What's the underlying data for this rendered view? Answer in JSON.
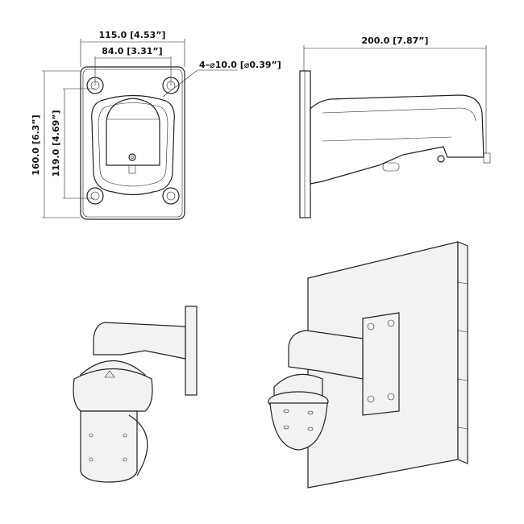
{
  "dimensions": {
    "width_outer": "115.0 [4.53”]",
    "width_holes": "84.0 [3.31”]",
    "holes": "4–⌀10.0 [⌀0.39”]",
    "height_outer": "160.0 [6.3”]",
    "height_holes": "119.0 [4.69”]",
    "depth": "200.0 [7.87”]"
  }
}
